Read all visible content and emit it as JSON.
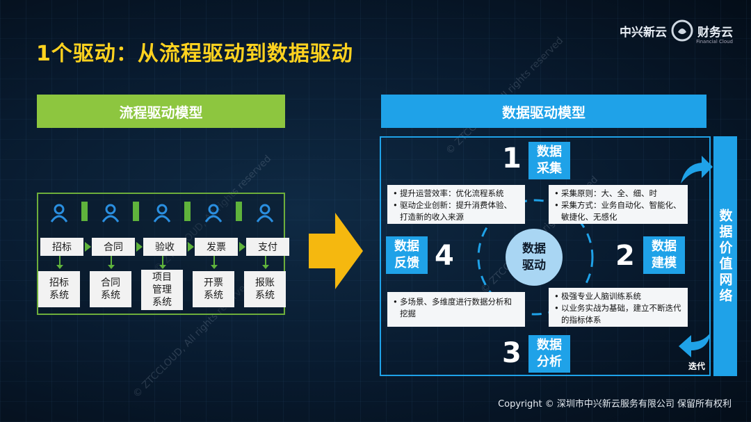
{
  "slide": {
    "title": "1个驱动：从流程驱动到数据驱动",
    "watermark": "© ZTCCLOUD, All rights reserved",
    "footer": "Copyright © 深圳市中兴新云服务有限公司 保留所有权利"
  },
  "logo": {
    "part1": "中兴新云",
    "part2": "财务云",
    "subtitle": "Financial Cloud"
  },
  "process_model": {
    "header": "流程驱动模型",
    "steps": [
      "招标",
      "合同",
      "验收",
      "发票",
      "支付"
    ],
    "systems": [
      "招标系统",
      "合同系统",
      "项目管理系统",
      "开票系统",
      "报账系统"
    ],
    "accent_color": "#8dc63f"
  },
  "data_model": {
    "header": "数据驱动模型",
    "center": "数据驱动",
    "stages": [
      {
        "number": "1",
        "label": "数据采集"
      },
      {
        "number": "2",
        "label": "数据建模"
      },
      {
        "number": "3",
        "label": "数据分析"
      },
      {
        "number": "4",
        "label": "数据反馈"
      }
    ],
    "notes": {
      "feedback": [
        "提升运营效率：优化流程系统",
        "驱动企业创新：提升消费体验、打造新的收入来源"
      ],
      "collection": [
        "采集原则：大、全、细、时",
        "采集方式：业务自动化、智能化、敏捷化、无感化"
      ],
      "analysis": [
        "多场景、多维度进行数据分析和挖掘"
      ],
      "modeling": [
        "极强专业人脑训练系统",
        "以业务实战为基础，建立不断迭代的指标体系"
      ]
    },
    "value_network": "数据价值网络",
    "iteration": "迭代",
    "accent_color": "#1fa2e8"
  }
}
